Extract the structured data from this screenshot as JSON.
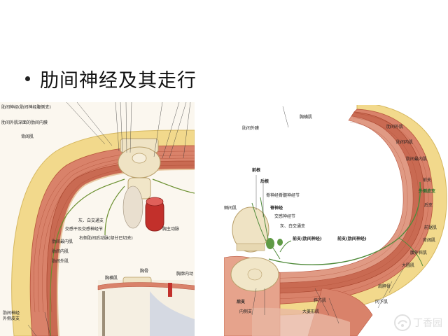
{
  "slide": {
    "title": "肋间神经及其走行"
  },
  "left_figure": {
    "labels": {
      "l1": "肋间神经(肋间神经腹侧支)",
      "l2": "肋间外肌深面的肋间内膜",
      "l3": "背阔肌",
      "l4": "灰、白交通支",
      "l5": "交感干及交感神经节",
      "l6": "右侧肋间后动脉(部分已切去)",
      "l7": "胸主动脉",
      "l8": "肋间最内肌",
      "l9": "肋间内肌",
      "l10": "肋间外肌",
      "l11": "胸横肌",
      "l12": "胸骨",
      "l13": "胸廓内动",
      "l14": "肋间神经",
      "l15": "外侧皮支"
    }
  },
  "right_figure": {
    "labels": {
      "r1": "胸横肌",
      "r2": "肋间外膜",
      "r3": "肋间外肌",
      "r4": "肋间内肌",
      "r5": "肋间最内肌",
      "r6": "前根",
      "r7": "后根",
      "r8": "脊神经脊髓神经节",
      "r9": "脊神经",
      "r10": "交感神经节",
      "r11": "灰、白交通支",
      "r12": "棘间肌",
      "r13": "前支(肋间神经)",
      "r14": "前支(肋间神经)",
      "r15": "前支",
      "r16": "外侧皮支",
      "r17": "后支",
      "r18": "前锯肌",
      "r19": "背阔肌",
      "r20": "腹外斜肌",
      "r21": "大圆肌",
      "r22": "肩胛骨",
      "r23": "冈下肌",
      "r24": "后支",
      "r25": "内侧支",
      "r26": "斜方肌",
      "r27": "大菱形肌"
    }
  },
  "watermark": {
    "text": "丁香园"
  },
  "colors": {
    "muscle": "#d9826a",
    "muscle_dark": "#b9553f",
    "fat": "#f2d98c",
    "nerve": "#4f8a3a",
    "bone": "#efe3c4",
    "vessel": "#c2302b"
  }
}
